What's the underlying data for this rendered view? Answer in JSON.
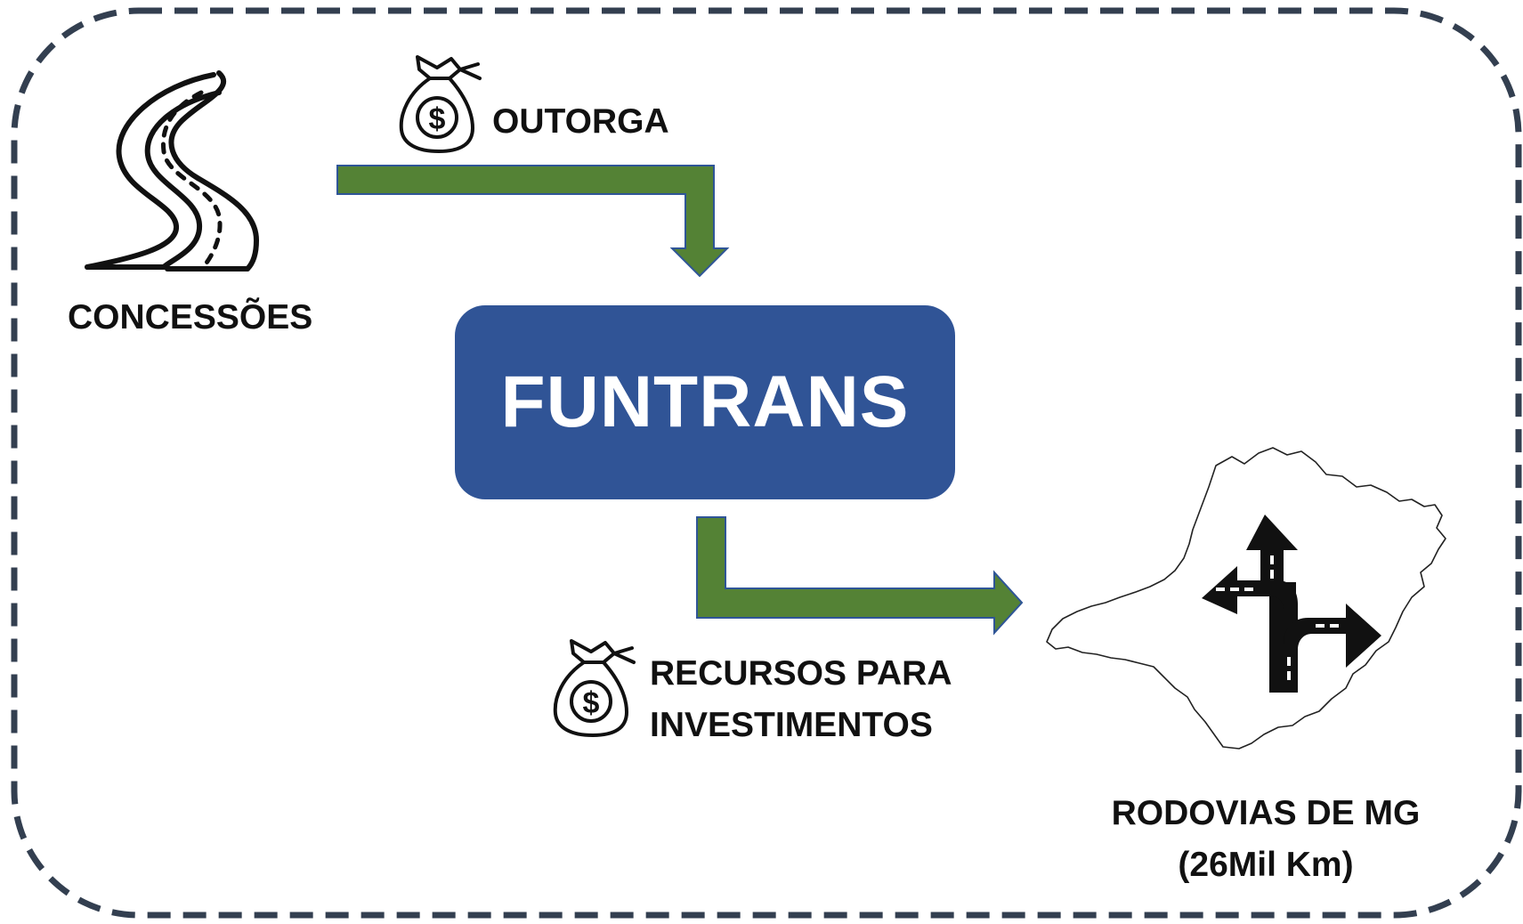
{
  "nodes": {
    "concessoes": "CONCESSÕES",
    "funtrans": "FUNTRANS",
    "rodovias_line1": "RODOVIAS DE MG",
    "rodovias_line2": "(26Mil Km)"
  },
  "edges": {
    "outorga": "OUTORGA",
    "recursos_line1": "RECURSOS PARA",
    "recursos_line2": "INVESTIMENTOS"
  },
  "icons": {
    "road": "road-icon",
    "money_bag": "money-bag-icon",
    "state_map": "minas-gerais-map-icon",
    "road_junction": "road-junction-icon"
  },
  "colors": {
    "box_fill": "#305496",
    "arrow_fill": "#548235",
    "arrow_stroke": "#2f5597",
    "border": "#333f50"
  }
}
